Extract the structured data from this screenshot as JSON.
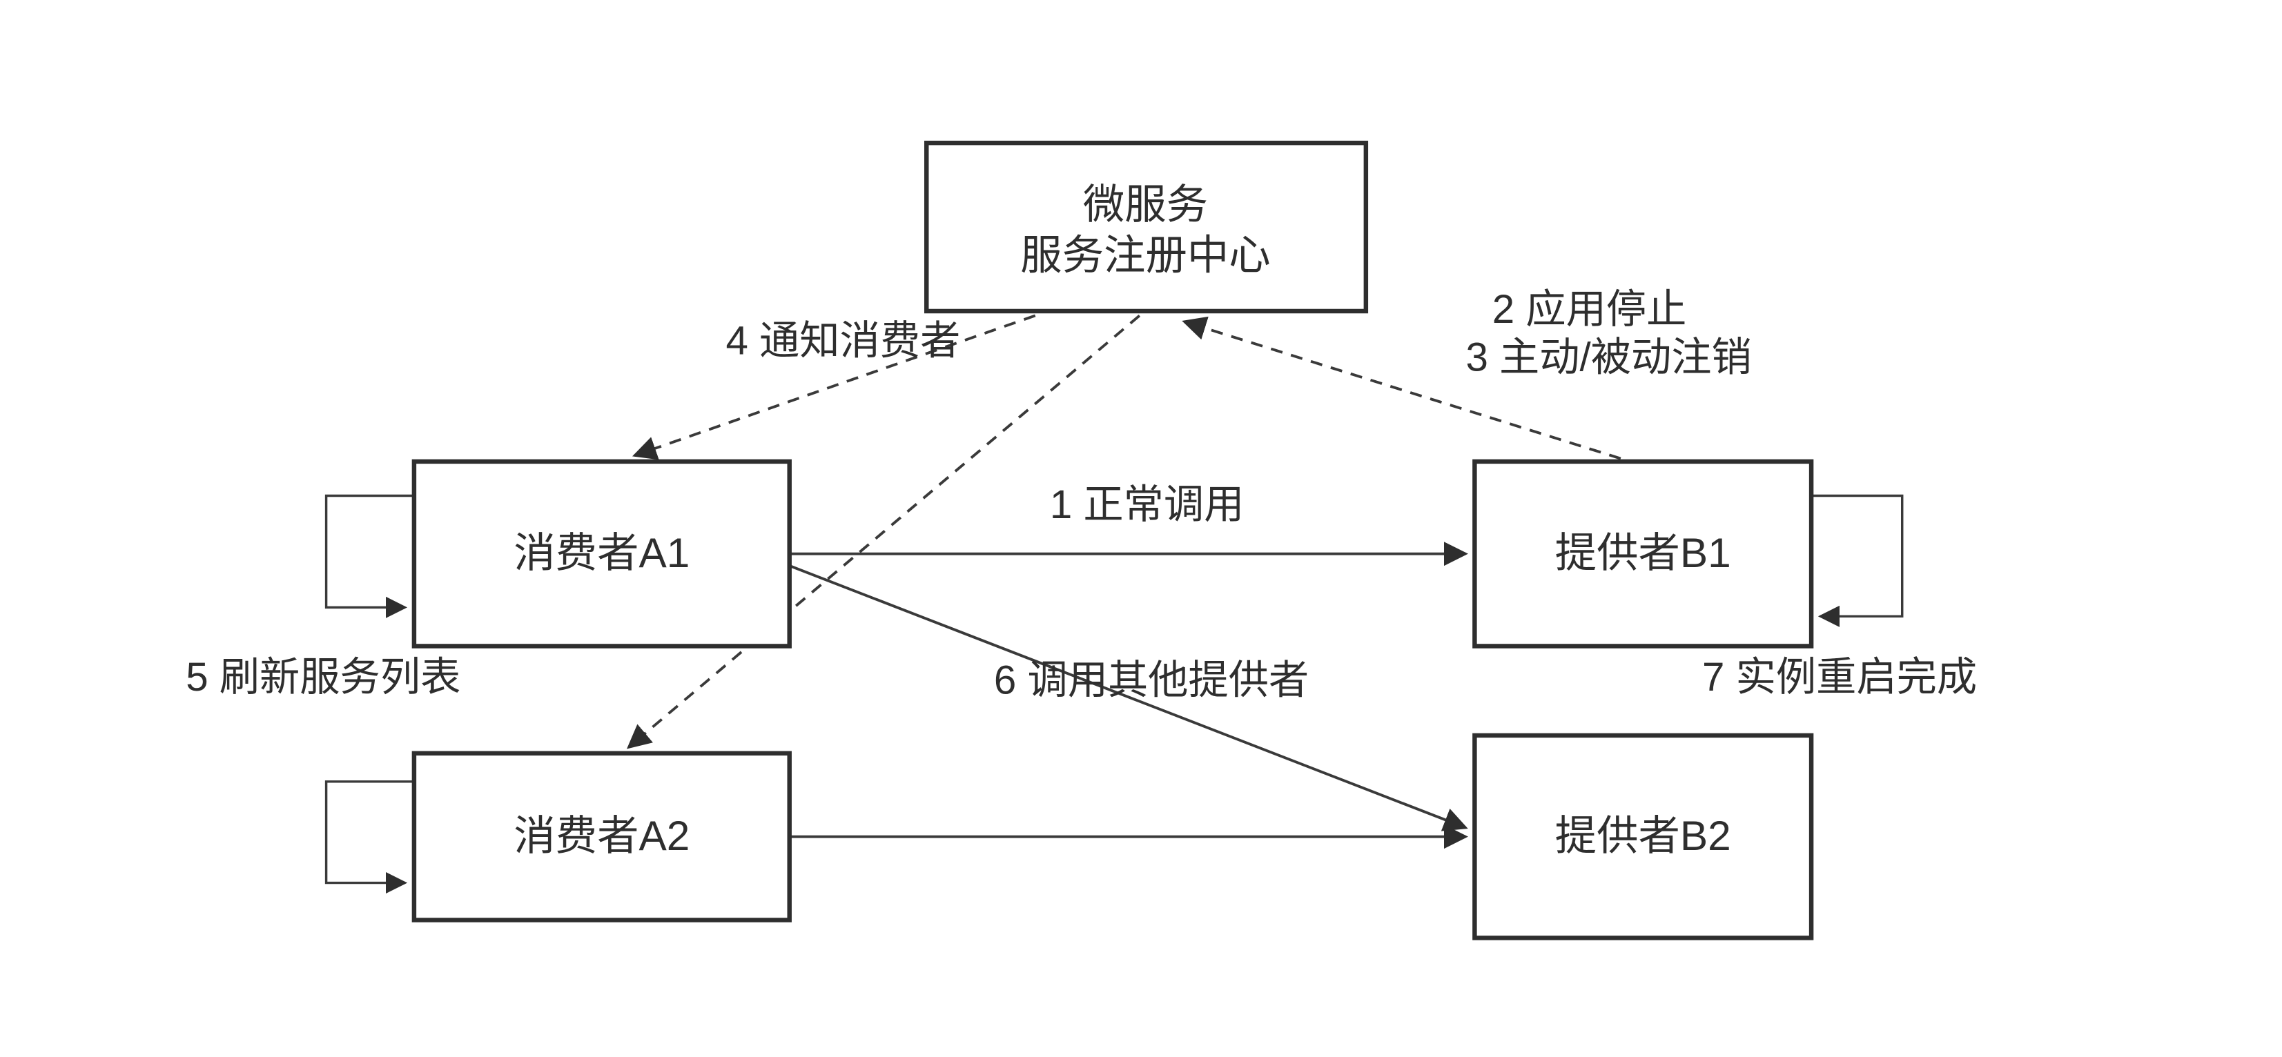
{
  "diagram": {
    "nodes": {
      "registry": {
        "line1": "微服务",
        "line2": "服务注册中心"
      },
      "consumer_a1": {
        "label": "消费者A1"
      },
      "consumer_a2": {
        "label": "消费者A2"
      },
      "provider_b1": {
        "label": "提供者B1"
      },
      "provider_b2": {
        "label": "提供者B2"
      }
    },
    "edge_labels": {
      "step1": "1 正常调用",
      "step2": "2 应用停止",
      "step3": "3 主动/被动注销",
      "step4": "4 通知消费者",
      "step5": "5 刷新服务列表",
      "step6": "6 调用其他提供者",
      "step7": "7 实例重启完成"
    },
    "colors": {
      "stroke": "#2e2e2e",
      "background": "#ffffff"
    }
  }
}
